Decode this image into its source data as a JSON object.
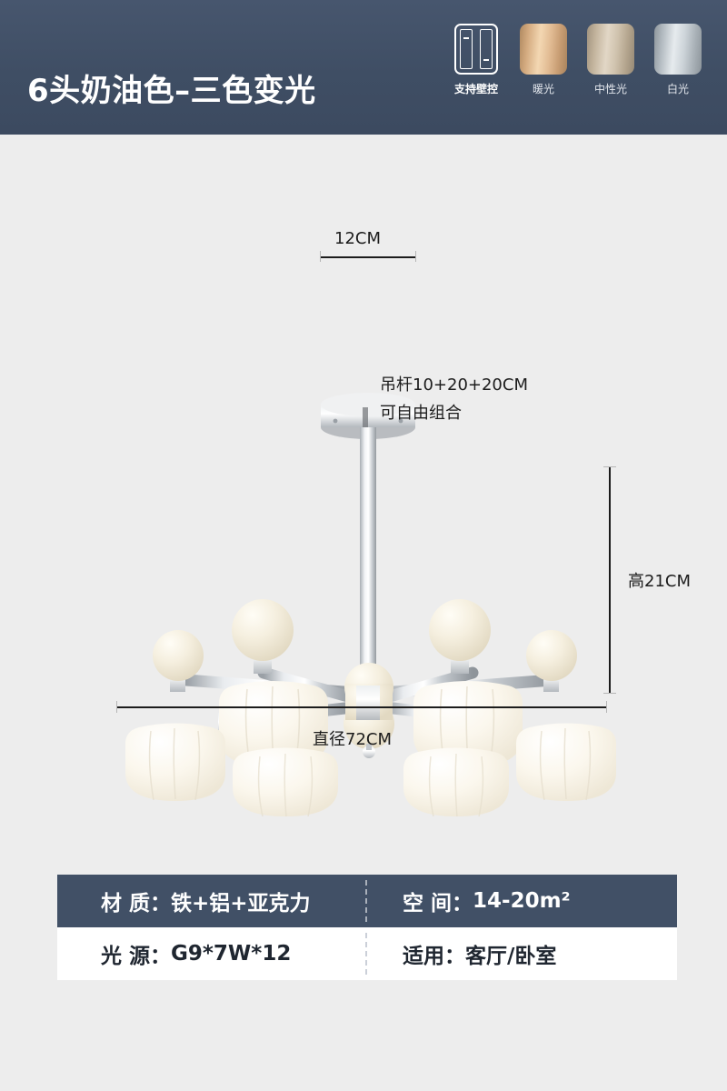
{
  "header": {
    "title": "6头奶油色–三色变光",
    "background_color": "#415066",
    "badges": [
      {
        "icon": "wall-switch-icon",
        "label": "支持壁控",
        "type": "icon"
      },
      {
        "icon": "warm-light-swatch",
        "label": "暖光",
        "type": "swatch",
        "color": "#e2bc94"
      },
      {
        "icon": "neutral-light-swatch",
        "label": "中性光",
        "type": "swatch",
        "color": "#cfc2ad"
      },
      {
        "icon": "white-light-swatch",
        "label": "白光",
        "type": "swatch",
        "color": "#ccd3d8"
      }
    ]
  },
  "product": {
    "canopy_dimension": "12CM",
    "rod_note_line1": "吊杆10+20+20CM",
    "rod_note_line2": "可自由组合",
    "height_dimension": "高21CM",
    "diameter_dimension": "直径72CM",
    "arm_count": 6,
    "shade_color": "#f7f2e6",
    "hardware_color": "#c9ccd0"
  },
  "spec_table": {
    "rows": [
      {
        "style": "dark",
        "cells": [
          {
            "label": "材 质：",
            "value": "铁+铝+亚克力"
          },
          {
            "label": "空 间：",
            "value": "14-20m²"
          }
        ]
      },
      {
        "style": "light",
        "cells": [
          {
            "label": "光 源：",
            "value": "G9*7W*12"
          },
          {
            "label": "适用：",
            "value": "客厅/卧室"
          }
        ]
      }
    ]
  }
}
